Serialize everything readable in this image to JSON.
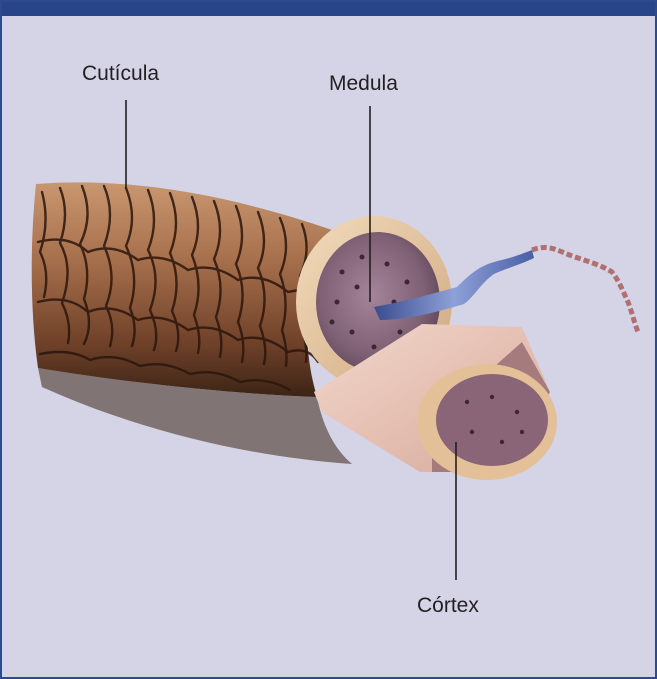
{
  "diagram": {
    "labels": {
      "cuticula": "Cutícula",
      "medula": "Medula",
      "cortex": "Córtex"
    }
  },
  "colors": {
    "header": "#274588",
    "background": "#d4d4e6",
    "cuticle": "#9a6a48",
    "cortex": "#e8c9a6",
    "medulla": "#7c5f73",
    "leader_line": "#231f20"
  }
}
